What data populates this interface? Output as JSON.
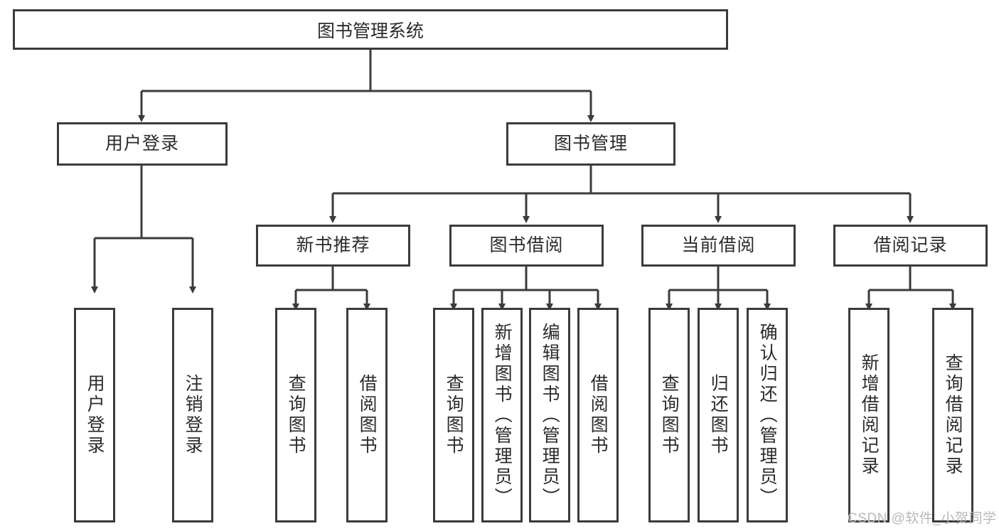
{
  "diagram": {
    "title": "图书管理系统",
    "root": {
      "label": "图书管理系统"
    },
    "level2": [
      {
        "label": "用户登录"
      },
      {
        "label": "图书管理"
      }
    ],
    "level3": [
      {
        "label": "新书推荐"
      },
      {
        "label": "图书借阅"
      },
      {
        "label": "当前借阅"
      },
      {
        "label": "借阅记录"
      }
    ],
    "leaves": {
      "user_login": [
        {
          "label": "用户登录"
        },
        {
          "label": "注销登录"
        }
      ],
      "new_book_recommend": [
        {
          "label": "查询图书"
        },
        {
          "label": "借阅图书"
        }
      ],
      "book_borrow": [
        {
          "label": "查询图书"
        },
        {
          "label": "新增图书（管理员）"
        },
        {
          "label": "编辑图书（管理员）"
        },
        {
          "label": "借阅图书"
        }
      ],
      "current_borrow": [
        {
          "label": "查询图书"
        },
        {
          "label": "归还图书"
        },
        {
          "label": "确认归还（管理员）"
        }
      ],
      "borrow_record": [
        {
          "label": "新增借阅记录"
        },
        {
          "label": "查询借阅记录"
        }
      ]
    }
  },
  "watermark": {
    "text": "CSDN @软件_小贺同学"
  },
  "colors": {
    "line": "#3b3b3b",
    "text": "#2b2b2b",
    "background": "#ffffff",
    "watermark": "#b9b9b9"
  }
}
